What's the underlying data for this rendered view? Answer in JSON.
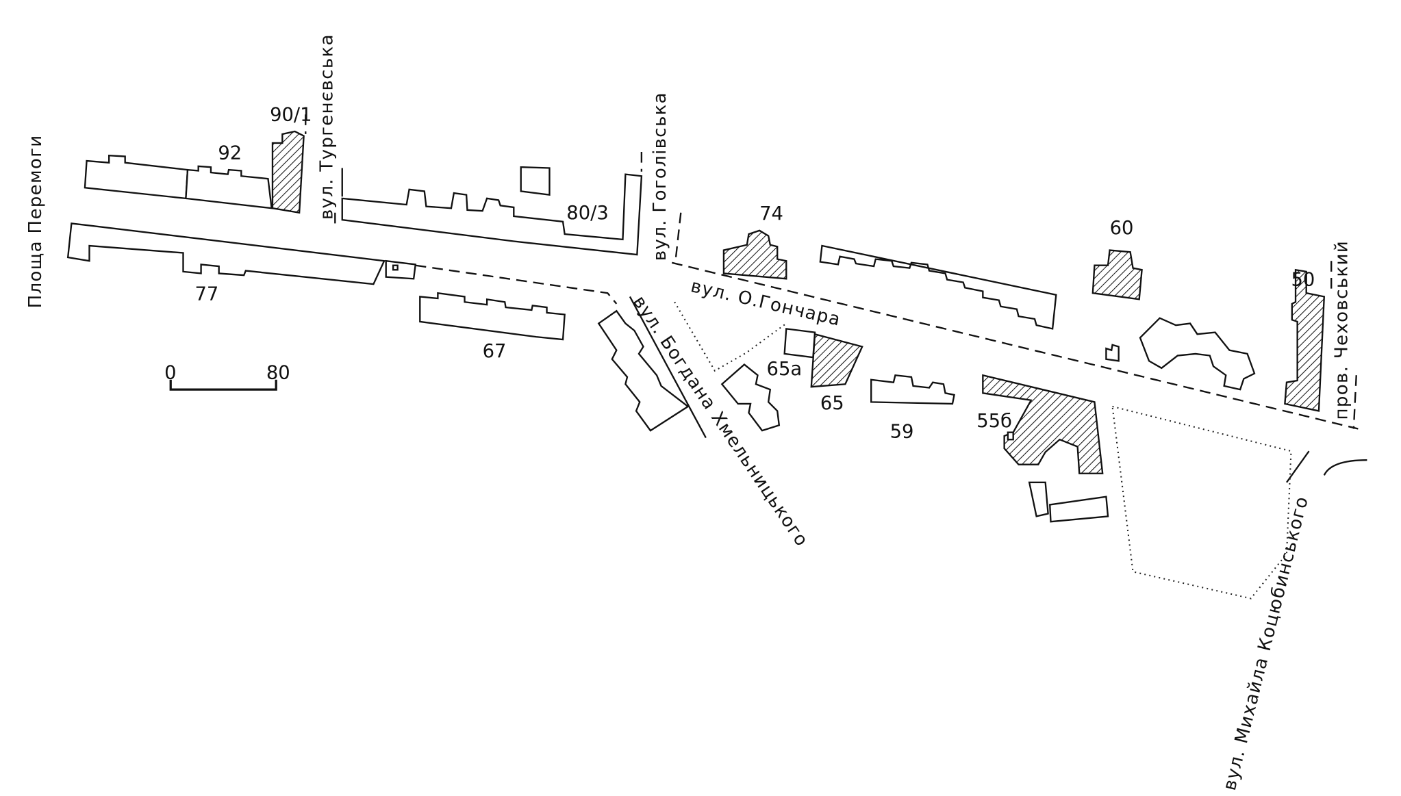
{
  "map": {
    "streets": {
      "square": "Площа Перемоги",
      "turgenievska": "вул. Тургенєвська",
      "hoholivska": "вул. Гоголівська",
      "honchara": "вул. О.Гончара",
      "khmelnytskoho": "вул. Богдана Хмельницького",
      "kotsiubynskoho": "вул. Михайла Коцюбинського",
      "chekhovskyi": "пров. Чеховський"
    },
    "buildings": {
      "b90_1": "90/1",
      "b92": "92",
      "b80_3": "80/3",
      "b77": "77",
      "b74": "74",
      "b67": "67",
      "b60": "60",
      "b65a": "65а",
      "b65": "65",
      "b59": "59",
      "b55b": "55б",
      "b50": "50"
    },
    "scale": {
      "start": "0",
      "end": "80"
    }
  }
}
